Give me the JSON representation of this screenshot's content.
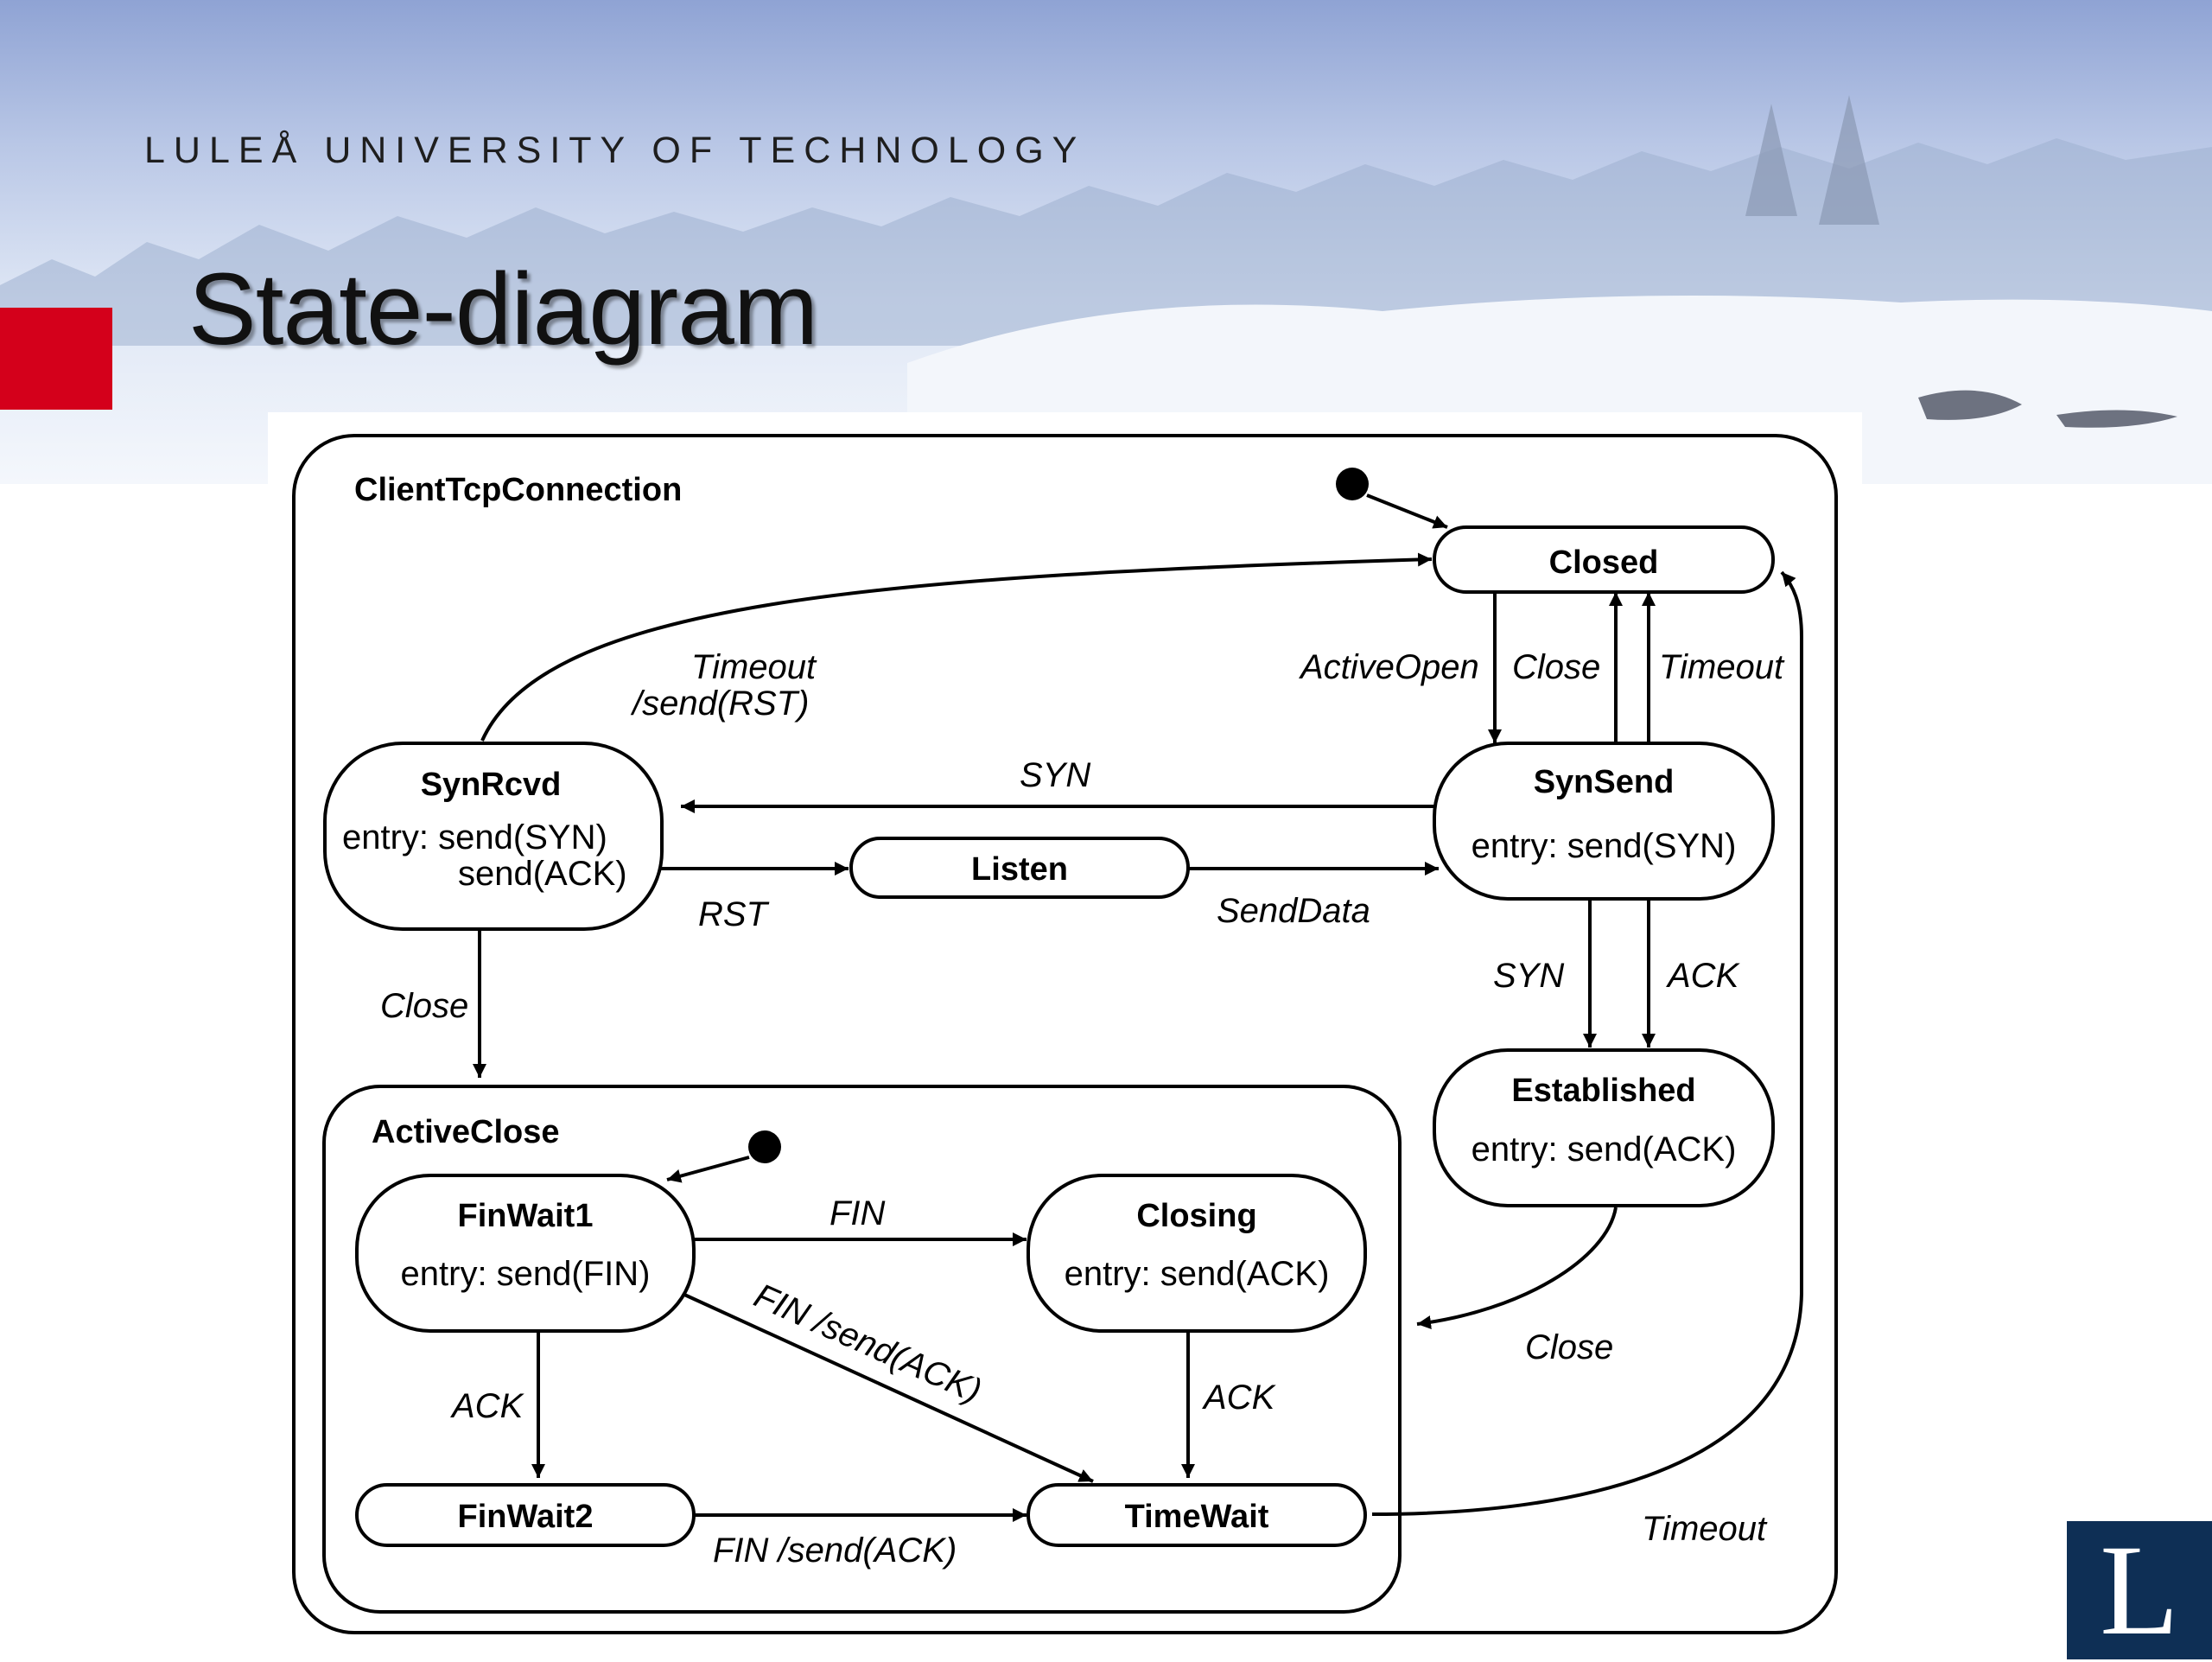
{
  "header": {
    "university": "LULEÅ UNIVERSITY OF TECHNOLOGY",
    "title": "State-diagram",
    "accent_color": "#d4001b",
    "logo_letter": "L",
    "logo_color": "#0e2f55"
  },
  "diagram": {
    "container": "ClientTcpConnection",
    "composite": "ActiveClose",
    "states": {
      "closed": "Closed",
      "synrcvd": "SynRcvd",
      "synrcvd_entry_1": "entry:  send(SYN)",
      "synrcvd_entry_2": "send(ACK)",
      "listen": "Listen",
      "synsend": "SynSend",
      "synsend_entry": "entry: send(SYN)",
      "established": "Established",
      "established_entry": "entry: send(ACK)",
      "finwait1": "FinWait1",
      "finwait1_entry": "entry: send(FIN)",
      "closing": "Closing",
      "closing_entry": "entry: send(ACK)",
      "finwait2": "FinWait2",
      "timewait": "TimeWait"
    },
    "transitions": {
      "timeout_rst_1": "Timeout",
      "timeout_rst_2": "/send(RST)",
      "active_open": "ActiveOpen",
      "close_top": "Close",
      "timeout_top": "Timeout",
      "syn_left": "SYN",
      "rst": "RST",
      "send_data": "SendData",
      "syn_down": "SYN",
      "ack_down": "ACK",
      "close_left": "Close",
      "close_est": "Close",
      "fin": "FIN",
      "fin_send_ack_diag": "FIN /send(ACK)",
      "ack_left": "ACK",
      "ack_right": "ACK",
      "fin_send_ack": "FIN /send(ACK)",
      "timeout_bottom": "Timeout"
    }
  }
}
